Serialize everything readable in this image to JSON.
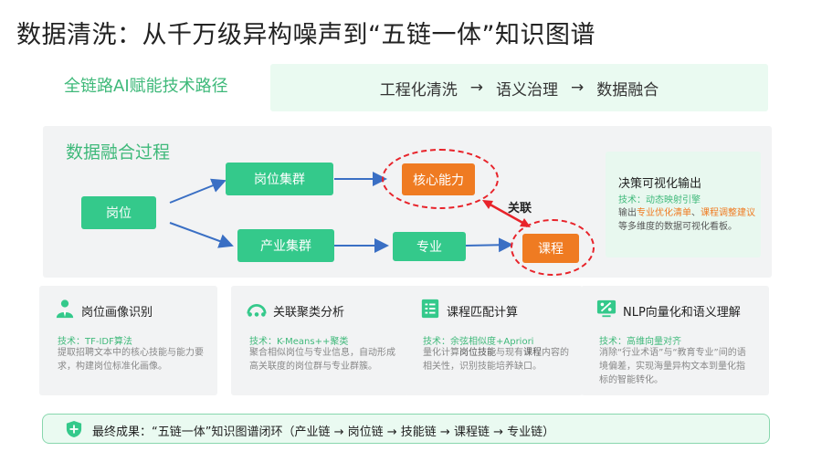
{
  "title": "数据清洗：从千万级异构噪声到“五链一体”知识图谱",
  "subtitle": "全链路AI赋能技术路径",
  "path": {
    "steps": [
      "工程化清洗",
      "语义治理",
      "数据融合"
    ],
    "arrow": "→"
  },
  "process": {
    "title": "数据融合过程",
    "nodes": {
      "position": "岗位",
      "position_cluster": "岗位集群",
      "industry_cluster": "产业集群",
      "core_ability": "核心能力",
      "major": "专业",
      "course": "课程"
    },
    "relation_label": "关联"
  },
  "decision": {
    "title": "决策可视化输出",
    "tech": "技术：动态映射引擎",
    "desc_pre": "输出",
    "desc_hl1": "专业优化清单",
    "desc_sep": "、",
    "desc_hl2": "课程调整建议",
    "desc_post": "等多维度的数据可视化看板。"
  },
  "cards": [
    {
      "title": "岗位画像识别",
      "icon": "user-icon",
      "tech": "技术：TF-IDF算法",
      "desc": "提取招聘文本中的核心技能与能力要求，构建岗位标准化画像。"
    },
    {
      "title": "关联聚类分析",
      "icon": "cluster-icon",
      "tech": "技术：K-Means++聚类",
      "desc": "聚合相似岗位与专业信息，自动形成高关联度的岗位群与专业群簇。"
    },
    {
      "title": "课程匹配计算",
      "icon": "list-icon",
      "tech": "技术：余弦相似度+Apriori",
      "desc_pre": "量化计算",
      "desc_b1": "岗位技能",
      "desc_mid": "与现有",
      "desc_b2": "课程",
      "desc_post": "内容的相关性，识别技能培养缺口。"
    },
    {
      "title": "NLP向量化和语义理解",
      "icon": "monitor-icon",
      "tech": "技术：高维向量对齐",
      "desc": "消除“行业术语”与“教育专业”间的语境偏差，实现海量异构文本到量化指标的智能转化。"
    }
  ],
  "final": {
    "icon": "shield-icon",
    "text": "最终成果：“五链一体”知识图谱闭环（产业链 → 岗位链 → 技能链 → 课程链 → 专业链）"
  },
  "colors": {
    "green": "#34c98b",
    "green_text": "#3fb97a",
    "orange": "#ef7b22",
    "red_dash": "#e8232a",
    "arrow_blue": "#3a6fc4"
  }
}
